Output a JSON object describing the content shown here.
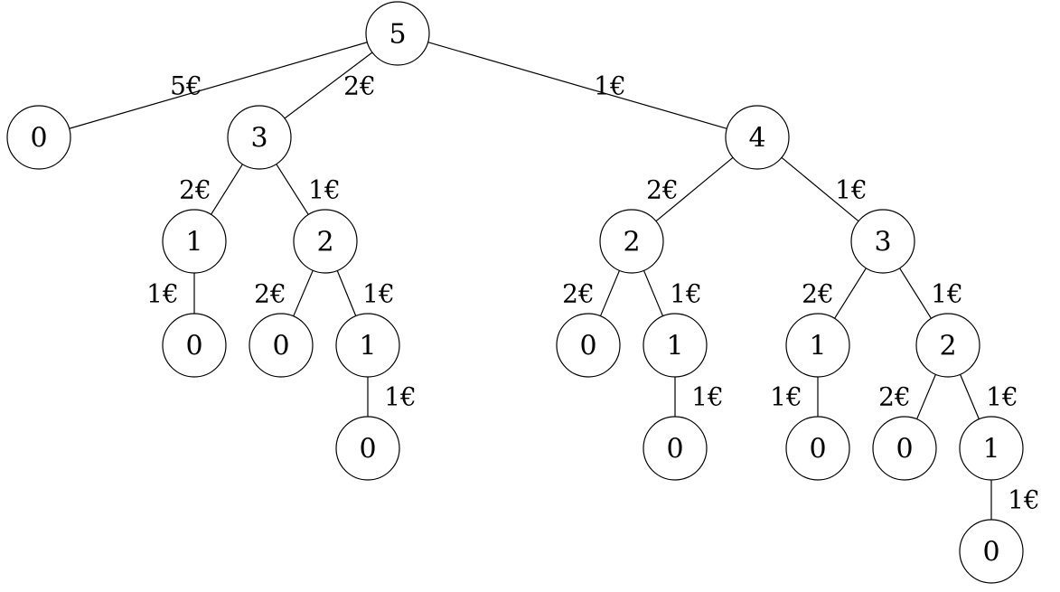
{
  "tree": {
    "nodes": [
      {
        "id": "n0",
        "value": "5"
      },
      {
        "id": "n1",
        "value": "0"
      },
      {
        "id": "n2",
        "value": "3"
      },
      {
        "id": "n3",
        "value": "4"
      },
      {
        "id": "n4",
        "value": "1"
      },
      {
        "id": "n5",
        "value": "2"
      },
      {
        "id": "n6",
        "value": "0"
      },
      {
        "id": "n7",
        "value": "0"
      },
      {
        "id": "n8",
        "value": "1"
      },
      {
        "id": "n9",
        "value": "0"
      },
      {
        "id": "n10",
        "value": "2"
      },
      {
        "id": "n11",
        "value": "3"
      },
      {
        "id": "n12",
        "value": "0"
      },
      {
        "id": "n13",
        "value": "1"
      },
      {
        "id": "n14",
        "value": "0"
      },
      {
        "id": "n15",
        "value": "1"
      },
      {
        "id": "n16",
        "value": "2"
      },
      {
        "id": "n17",
        "value": "0"
      },
      {
        "id": "n18",
        "value": "0"
      },
      {
        "id": "n19",
        "value": "1"
      },
      {
        "id": "n20",
        "value": "0"
      }
    ],
    "edges": [
      {
        "from": "n0",
        "to": "n1",
        "label": "5€"
      },
      {
        "from": "n0",
        "to": "n2",
        "label": "2€"
      },
      {
        "from": "n0",
        "to": "n3",
        "label": "1€"
      },
      {
        "from": "n2",
        "to": "n4",
        "label": "2€"
      },
      {
        "from": "n2",
        "to": "n5",
        "label": "1€"
      },
      {
        "from": "n4",
        "to": "n6",
        "label": "1€"
      },
      {
        "from": "n5",
        "to": "n7",
        "label": "2€"
      },
      {
        "from": "n5",
        "to": "n8",
        "label": "1€"
      },
      {
        "from": "n8",
        "to": "n9",
        "label": "1€"
      },
      {
        "from": "n3",
        "to": "n10",
        "label": "2€"
      },
      {
        "from": "n3",
        "to": "n11",
        "label": "1€"
      },
      {
        "from": "n10",
        "to": "n12",
        "label": "2€"
      },
      {
        "from": "n10",
        "to": "n13",
        "label": "1€"
      },
      {
        "from": "n13",
        "to": "n14",
        "label": "1€"
      },
      {
        "from": "n11",
        "to": "n15",
        "label": "2€"
      },
      {
        "from": "n11",
        "to": "n16",
        "label": "1€"
      },
      {
        "from": "n15",
        "to": "n17",
        "label": "1€"
      },
      {
        "from": "n16",
        "to": "n18",
        "label": "2€"
      },
      {
        "from": "n16",
        "to": "n19",
        "label": "1€"
      },
      {
        "from": "n19",
        "to": "n20",
        "label": "1€"
      }
    ]
  }
}
